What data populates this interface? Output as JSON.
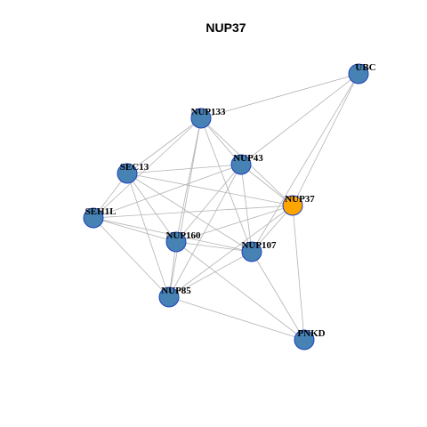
{
  "title": "NUP37",
  "colors": {
    "node_default": "#4682b4",
    "node_focus": "#ffa500",
    "node_border": "#1f3fbf",
    "edge": "#b3b3b3"
  },
  "nodes": [
    {
      "id": "UBC",
      "label": "UBC",
      "focus": false
    },
    {
      "id": "NUP133",
      "label": "NUP133",
      "focus": false
    },
    {
      "id": "NUP43",
      "label": "NUP43",
      "focus": false
    },
    {
      "id": "SEC13",
      "label": "SEC13",
      "focus": false
    },
    {
      "id": "NUP37",
      "label": "NUP37",
      "focus": true
    },
    {
      "id": "SEH1L",
      "label": "SEH1L",
      "focus": false
    },
    {
      "id": "NUP160",
      "label": "NUP160",
      "focus": false
    },
    {
      "id": "NUP107",
      "label": "NUP107",
      "focus": false
    },
    {
      "id": "NUP85",
      "label": "NUP85",
      "focus": false
    },
    {
      "id": "PNKD",
      "label": "PNKD",
      "focus": false
    }
  ],
  "edges": [
    [
      "UBC",
      "NUP133"
    ],
    [
      "UBC",
      "NUP43"
    ],
    [
      "UBC",
      "NUP37"
    ],
    [
      "UBC",
      "NUP107"
    ],
    [
      "NUP133",
      "NUP43"
    ],
    [
      "NUP133",
      "SEC13"
    ],
    [
      "NUP133",
      "SEH1L"
    ],
    [
      "NUP133",
      "NUP160"
    ],
    [
      "NUP133",
      "NUP107"
    ],
    [
      "NUP133",
      "NUP85"
    ],
    [
      "NUP133",
      "NUP37"
    ],
    [
      "NUP43",
      "SEC13"
    ],
    [
      "NUP43",
      "NUP37"
    ],
    [
      "NUP43",
      "NUP160"
    ],
    [
      "NUP43",
      "NUP107"
    ],
    [
      "NUP43",
      "NUP85"
    ],
    [
      "NUP43",
      "SEH1L"
    ],
    [
      "SEC13",
      "NUP37"
    ],
    [
      "SEC13",
      "SEH1L"
    ],
    [
      "SEC13",
      "NUP160"
    ],
    [
      "SEC13",
      "NUP107"
    ],
    [
      "SEC13",
      "NUP85"
    ],
    [
      "NUP37",
      "SEH1L"
    ],
    [
      "NUP37",
      "NUP160"
    ],
    [
      "NUP37",
      "NUP107"
    ],
    [
      "NUP37",
      "NUP85"
    ],
    [
      "NUP37",
      "PNKD"
    ],
    [
      "SEH1L",
      "NUP160"
    ],
    [
      "SEH1L",
      "NUP107"
    ],
    [
      "SEH1L",
      "NUP85"
    ],
    [
      "NUP160",
      "NUP107"
    ],
    [
      "NUP160",
      "NUP85"
    ],
    [
      "NUP160",
      "PNKD"
    ],
    [
      "NUP107",
      "NUP85"
    ],
    [
      "NUP107",
      "PNKD"
    ],
    [
      "NUP85",
      "PNKD"
    ]
  ]
}
